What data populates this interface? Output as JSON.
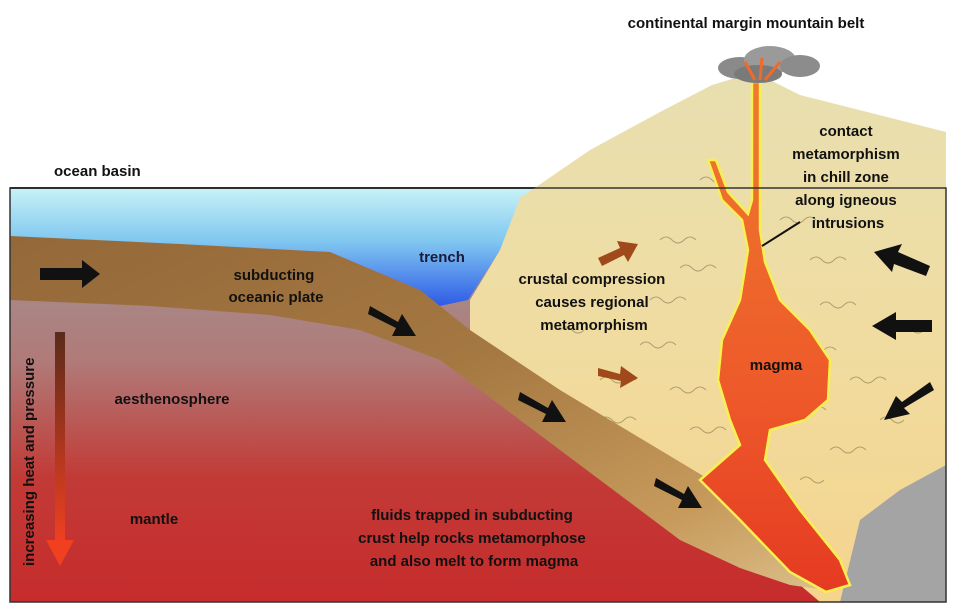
{
  "labels": {
    "mountain_belt": "continental margin mountain belt",
    "ocean_basin": "ocean basin",
    "trench": "trench",
    "subducting_plate": [
      "subducting",
      "oceanic plate"
    ],
    "aesthenosphere": "aesthenosphere",
    "mantle": "mantle",
    "heat_pressure": "increasing heat and pressure",
    "crustal_compression": [
      "crustal compression",
      "causes regional",
      "metamorphism"
    ],
    "contact_metamorphism": [
      "contact",
      "metamorphism",
      "in chill zone",
      "along igneous",
      "intrusions"
    ],
    "magma": "magma",
    "fluids": [
      "fluids trapped in subducting",
      "crust help rocks metamorphose",
      "and also melt to form magma"
    ]
  },
  "colors": {
    "ocean_top": "#c6f0f6",
    "ocean_bottom": "#2f5fe8",
    "plate": "#a0733f",
    "crust": "#f2e0a6",
    "mantle_top": "#9a9a9a",
    "mantle_bottom": "#c42e2e",
    "magma": "#f0752f",
    "arrow_black": "#111111",
    "arrow_brown": "#a04a1c"
  }
}
